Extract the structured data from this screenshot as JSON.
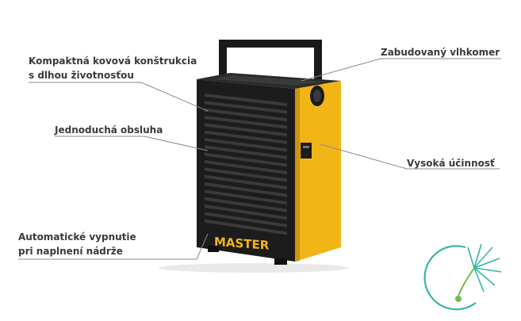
{
  "callouts": {
    "construction": [
      "Kompaktná kovová konštrukcia",
      "s dlhou životnosťou"
    ],
    "operation": "Jednoduchá obsluha",
    "auto_off": [
      "Automatické vypnutie",
      "pri naplnení nádrže"
    ],
    "hygrometer": "Zabudovaný vlhkomer",
    "efficiency": "Vysoká účinnosť"
  },
  "product": {
    "brand": "MASTER",
    "colors": {
      "body_yellow": "#f2b516",
      "panel_black": "#1c1c1c",
      "handle": "#1a1a1a"
    }
  },
  "logo": {
    "name": "dandelion-logo",
    "colors": {
      "teal": "#37b5a6",
      "green": "#6cc04a"
    }
  }
}
